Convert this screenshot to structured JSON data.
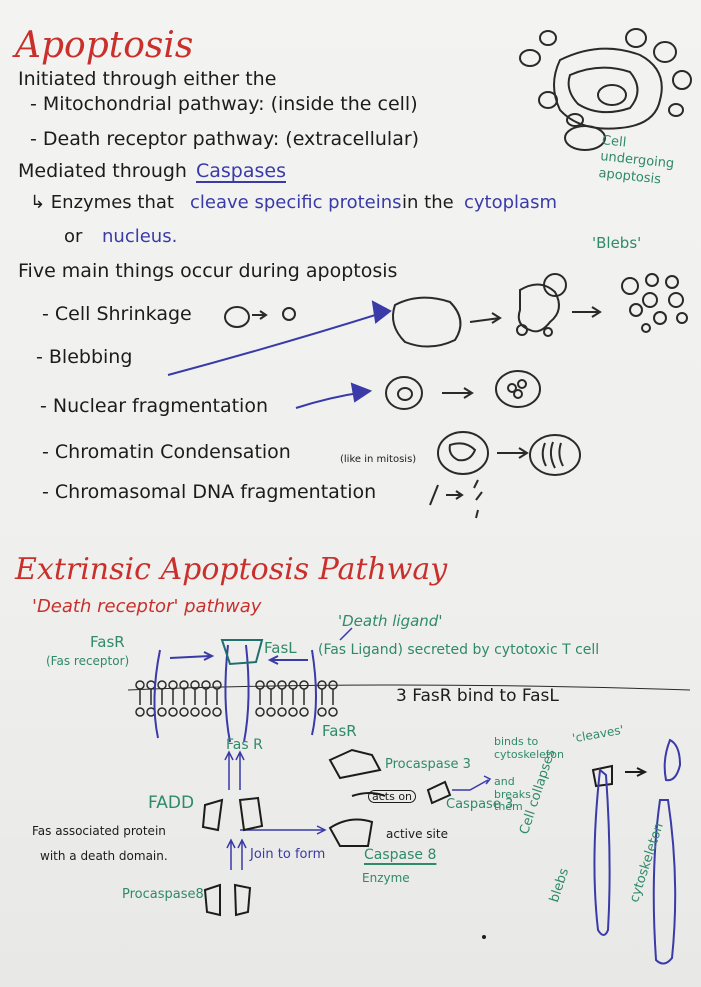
{
  "section1": {
    "title": "Apoptosis",
    "initiated": "Initiated through either the",
    "mito_pathway": "- Mitochondrial pathway: (inside the cell)",
    "death_pathway": "- Death receptor pathway: (extracellular)",
    "mediated_prefix": "Mediated through",
    "caspases": "Caspases",
    "enzymes_prefix": "↳ Enzymes that",
    "cleave": "cleave specific proteins",
    "in_the": "in the",
    "cytoplasm": "cytoplasm",
    "or": "or",
    "nucleus": "nucleus.",
    "cell_label": "Cell undergoing apoptosis"
  },
  "section2": {
    "heading": "Five main things occur during apoptosis",
    "items": [
      "- Cell Shrinkage",
      "- Blebbing",
      "- Nuclear fragmentation",
      "- Chromatin Condensation",
      "- Chromasomal DNA fragmentation"
    ],
    "mitosis_note": "(like in mitosis)",
    "blebs_label": "'Blebs'"
  },
  "section3": {
    "title": "Extrinsic Apoptosis Pathway",
    "subtitle": "'Death receptor' pathway",
    "fasr_label": "FasR",
    "fas_receptor": "(Fas receptor)",
    "fasl_label": "FasL",
    "death_ligand": "'Death ligand'",
    "fas_ligand_note": "(Fas Ligand) secreted by cytotoxic T cell",
    "fasr_right": "FasR",
    "fasr_bottom": "Fas R",
    "three_fasr": "3 FasR bind to FasL",
    "fadd": "FADD",
    "fadd_desc_1": "Fas associated protein",
    "fadd_desc_2": "with a death domain.",
    "join_to_form": "Join to form",
    "procaspase8": "Procaspase8",
    "procaspase3": "Procaspase 3",
    "acts_on": "acts on",
    "caspase3": "Caspase 3",
    "active_site": "active site",
    "caspase8": "Caspase 8",
    "enzyme": "Enzyme",
    "binds_to": "binds to cytoskeleton",
    "and_breaks": "and breaks them",
    "cleaves": "'cleaves'",
    "cell_collapses": "Cell collapses",
    "blebs": "blebs",
    "cytoskeleton": "cytoskeleton"
  }
}
